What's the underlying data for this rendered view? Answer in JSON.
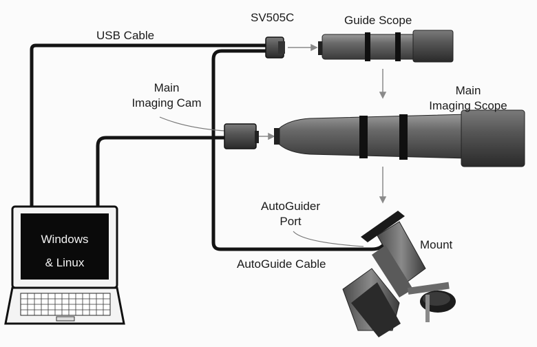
{
  "labels": {
    "usb_cable": "USB Cable",
    "guide_cam": "SV505C",
    "guide_scope": "Guide Scope",
    "main_cam_line1": "Main",
    "main_cam_line2": "Imaging Cam",
    "main_scope_line1": "Main",
    "main_scope_line2": "Imaging Scope",
    "autoguider_line1": "AutoGuider",
    "autoguider_line2": "Port",
    "mount": "Mount",
    "autoguide_cable": "AutoGuide Cable"
  },
  "laptop": {
    "screen_line1": "Windows",
    "screen_line2": "& Linux"
  },
  "colors": {
    "cable": "#141414",
    "scope_body": "#5a5a5a",
    "scope_band": "#101010",
    "screen": "#0a0a0a",
    "arrow": "#8a8a8a"
  }
}
